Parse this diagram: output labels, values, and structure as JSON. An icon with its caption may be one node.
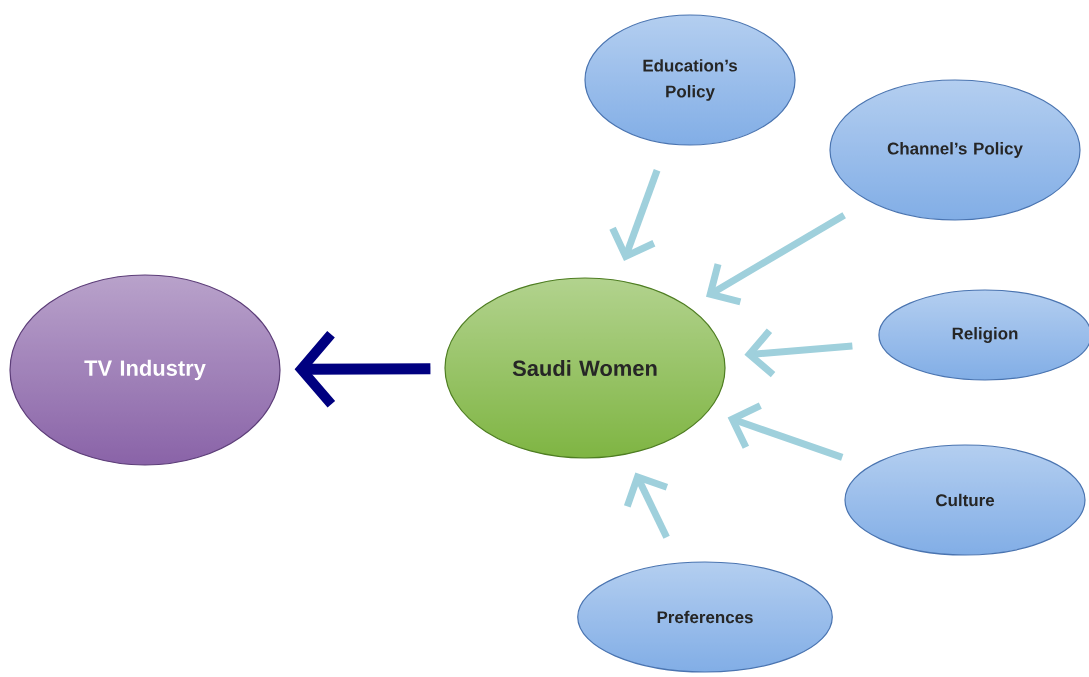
{
  "diagram": {
    "nodes": [
      {
        "text": [
          "TV Industry"
        ]
      },
      {
        "text": [
          "Saudi Women"
        ]
      },
      {
        "text": [
          "Education’s Policy"
        ]
      },
      {
        "text": [
          "Channel’s Policy"
        ]
      },
      {
        "text": [
          "Religion"
        ]
      },
      {
        "text": [
          "Culture"
        ]
      },
      {
        "text": [
          "Preferences"
        ]
      }
    ],
    "edges": [
      {
        "from": 1,
        "to": 0,
        "arrow": "to",
        "color": "#000080"
      },
      {
        "from": 2,
        "to": 1,
        "arrow": "to"
      },
      {
        "from": 3,
        "to": 1,
        "arrow": "to"
      },
      {
        "from": 4,
        "to": 1,
        "arrow": "to"
      },
      {
        "from": 5,
        "to": 1,
        "arrow": "to"
      },
      {
        "from": 6,
        "to": 1,
        "arrow": "to"
      }
    ]
  }
}
